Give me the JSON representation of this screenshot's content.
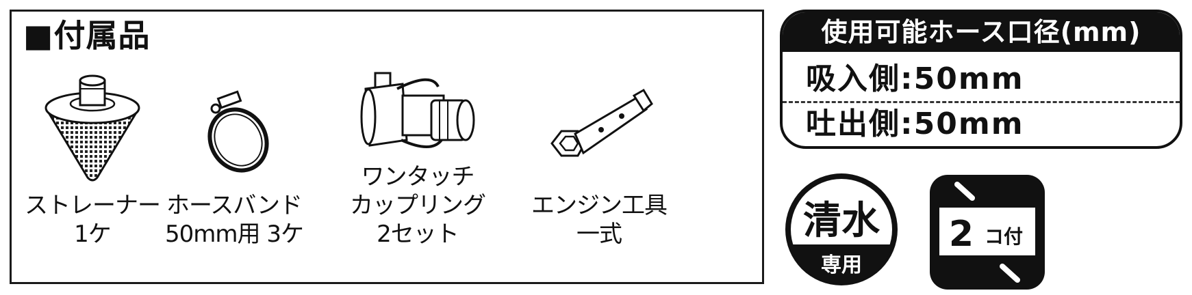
{
  "header": {
    "title": "■付属品"
  },
  "items": [
    {
      "name": "strainer",
      "line1": "ストレーナー",
      "line2": "1ケ",
      "line3": ""
    },
    {
      "name": "hose-band",
      "line1": "ホースバンド",
      "line2": "50mm用 3ケ",
      "line3": ""
    },
    {
      "name": "coupling",
      "line1": "ワンタッチ",
      "line2": "カップリング",
      "line3": "2セット"
    },
    {
      "name": "engine-tool",
      "line1": "エンジン工具",
      "line2": "一式",
      "line3": ""
    }
  ],
  "hose_spec": {
    "heading": "使用可能ホース口径(mm)",
    "intake_label": "吸入側:",
    "intake_value": "50mm",
    "outlet_label": "吐出側:",
    "outlet_value": "50mm"
  },
  "badges": {
    "fresh_water_top": "清水",
    "fresh_water_bottom": "専用",
    "two_count_number": "2",
    "two_count_suffix": "コ付"
  },
  "colors": {
    "ink": "#111111",
    "background": "#ffffff"
  }
}
